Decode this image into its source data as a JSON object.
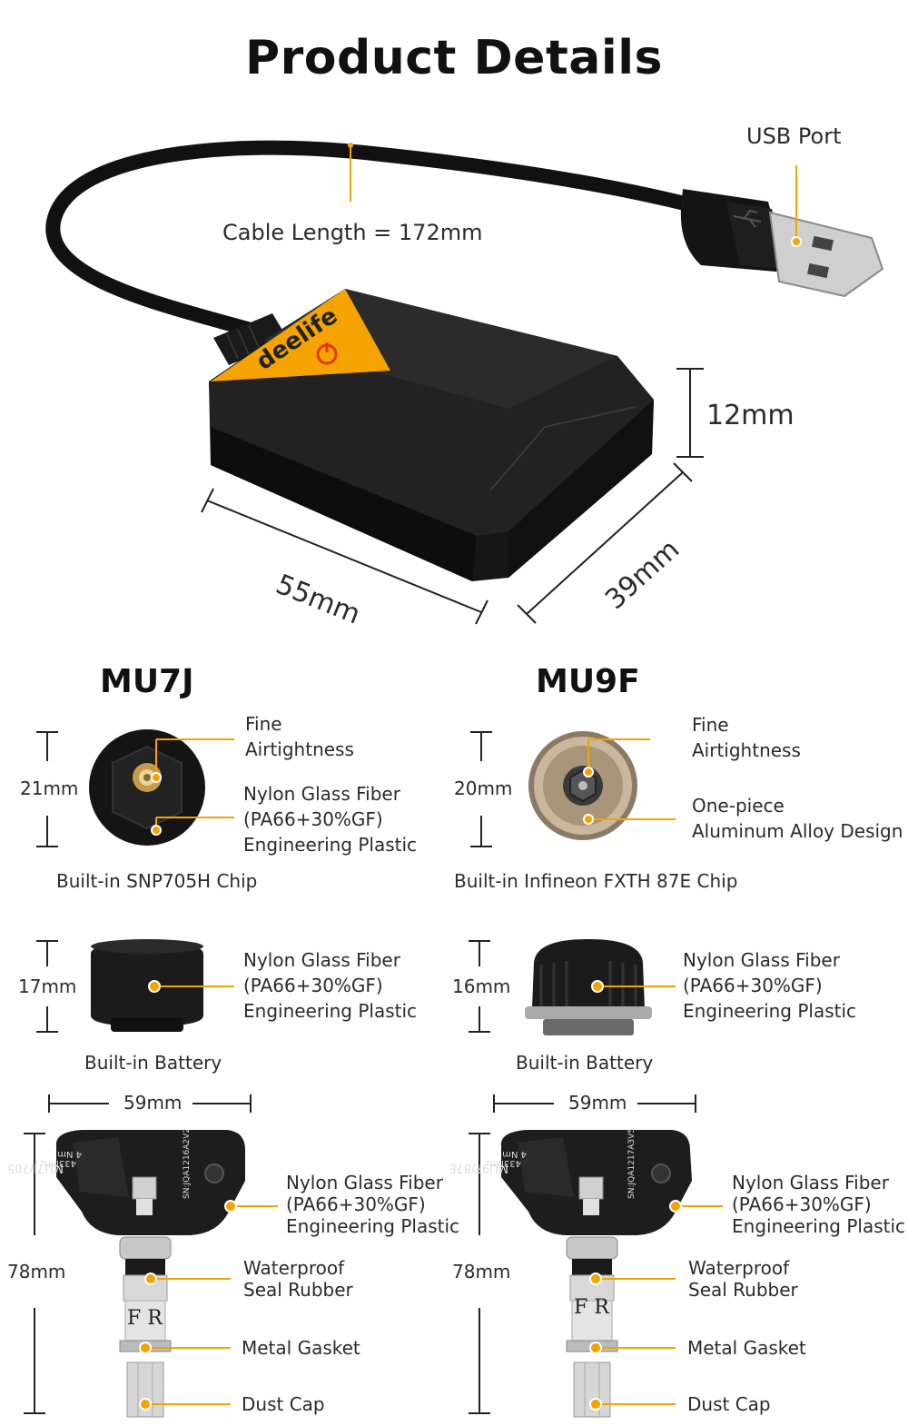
{
  "title": "Product Details",
  "receiver": {
    "brand": "deelife",
    "usb_port": "USB Port",
    "cable_length": "Cable Length = 172mm",
    "height": "12mm",
    "length": "55mm",
    "width": "39mm"
  },
  "colors": {
    "accent": "#f4a300",
    "body": "#1c1c1c"
  },
  "models": [
    {
      "name": "MU7J",
      "internal": {
        "height": "21mm",
        "callouts": [
          "Fine\nAirtightness",
          "Nylon Glass Fiber\n(PA66+30%GF)\nEngineering Plastic"
        ],
        "chip": "Built-in SNP705H Chip"
      },
      "external": {
        "height": "17mm",
        "callout": "Nylon Glass Fiber\n(PA66+30%GF)\nEngineering Plastic",
        "battery": "Built-in Battery"
      },
      "valve": {
        "width": "59mm",
        "height": "78mm",
        "markings": [
          "MU7J/705",
          "433MHz",
          "4 Nm",
          "SN:JQA1216A2V2"
        ],
        "callouts": [
          "Nylon Glass Fiber\n(PA66+30%GF)\nEngineering Plastic",
          "Waterproof\nSeal Rubber",
          "Metal Gasket",
          "Dust Cap"
        ],
        "stem_letters": "F  R"
      }
    },
    {
      "name": "MU9F",
      "internal": {
        "height": "20mm",
        "callouts": [
          "Fine\nAirtightness",
          "One-piece\nAluminum Alloy Design"
        ],
        "chip": "Built-in Infineon FXTH 87E Chip"
      },
      "external": {
        "height": "16mm",
        "callout": "Nylon Glass Fiber\n(PA66+30%GF)\nEngineering Plastic",
        "battery": "Built-in Battery"
      },
      "valve": {
        "width": "59mm",
        "height": "78mm",
        "markings": [
          "MU9F/87E",
          "433MHz",
          "4 Nm",
          "SN:JQA1217A3V5"
        ],
        "callouts": [
          "Nylon Glass Fiber\n(PA66+30%GF)\nEngineering Plastic",
          "Waterproof\nSeal Rubber",
          "Metal Gasket",
          "Dust Cap"
        ],
        "stem_letters": "F  R"
      }
    }
  ]
}
